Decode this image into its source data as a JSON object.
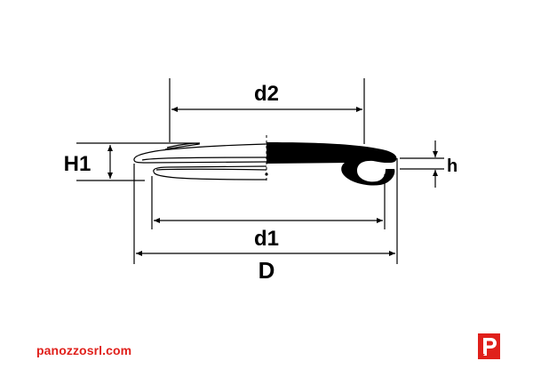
{
  "diagram": {
    "labels": {
      "d2": "d2",
      "H1": "H1",
      "h": "h",
      "d1": "d1",
      "D": "D"
    }
  },
  "footer": {
    "website": "panozzosrl.com",
    "logo_icon": "panozzo-p-logo-icon",
    "brand_color": "#e0201b"
  },
  "colors": {
    "line": "#000000",
    "background": "#ffffff",
    "accent": "#e0201b"
  }
}
